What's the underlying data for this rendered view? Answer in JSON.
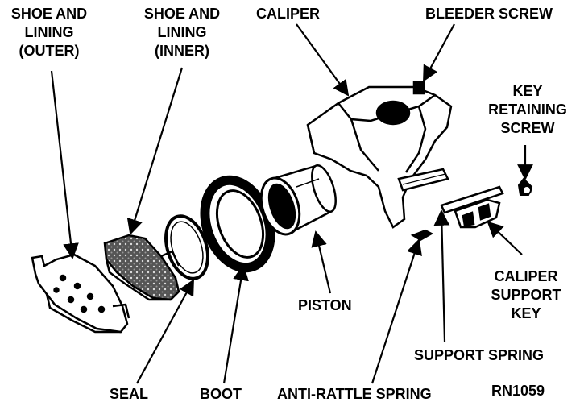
{
  "labels": {
    "shoe_outer": [
      "SHOE AND",
      "LINING",
      "(OUTER)"
    ],
    "shoe_inner": [
      "SHOE AND",
      "LINING",
      "(INNER)"
    ],
    "caliper": "CALIPER",
    "bleeder_screw": "BLEEDER SCREW",
    "key_retaining_screw": [
      "KEY",
      "RETAINING",
      "SCREW"
    ],
    "caliper_support_key": [
      "CALIPER",
      "SUPPORT",
      "KEY"
    ],
    "support_spring": "SUPPORT SPRING",
    "piston": "PISTON",
    "seal": "SEAL",
    "boot": "BOOT",
    "anti_rattle_spring": "ANTI-RATTLE SPRING",
    "figure_code": "RN1059"
  },
  "colors": {
    "ink": "#000000",
    "paper": "#ffffff"
  }
}
